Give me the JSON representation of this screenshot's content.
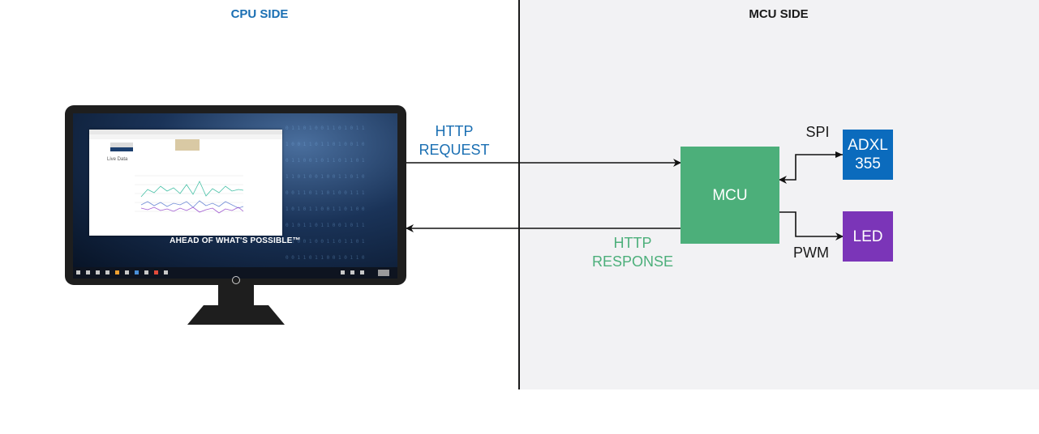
{
  "sides": {
    "cpu_title": "CPU SIDE",
    "mcu_title": "MCU SIDE"
  },
  "links": {
    "http_request": [
      "HTTP",
      "REQUEST"
    ],
    "http_response": [
      "HTTP",
      "RESPONSE"
    ],
    "spi": "SPI",
    "pwm": "PWM"
  },
  "blocks": {
    "mcu": "MCU",
    "adxl": [
      "ADXL",
      "355"
    ],
    "led": "LED"
  },
  "monitor": {
    "tagline": "AHEAD OF WHAT'S POSSIBLE™",
    "app_title": "Live Data"
  },
  "colors": {
    "cpu_blue": "#1a6fb3",
    "mcu_green": "#4caf7a",
    "adxl_blue": "#0b6bbd",
    "led_purple": "#7b35b8",
    "panel_gray": "#f2f2f4"
  }
}
